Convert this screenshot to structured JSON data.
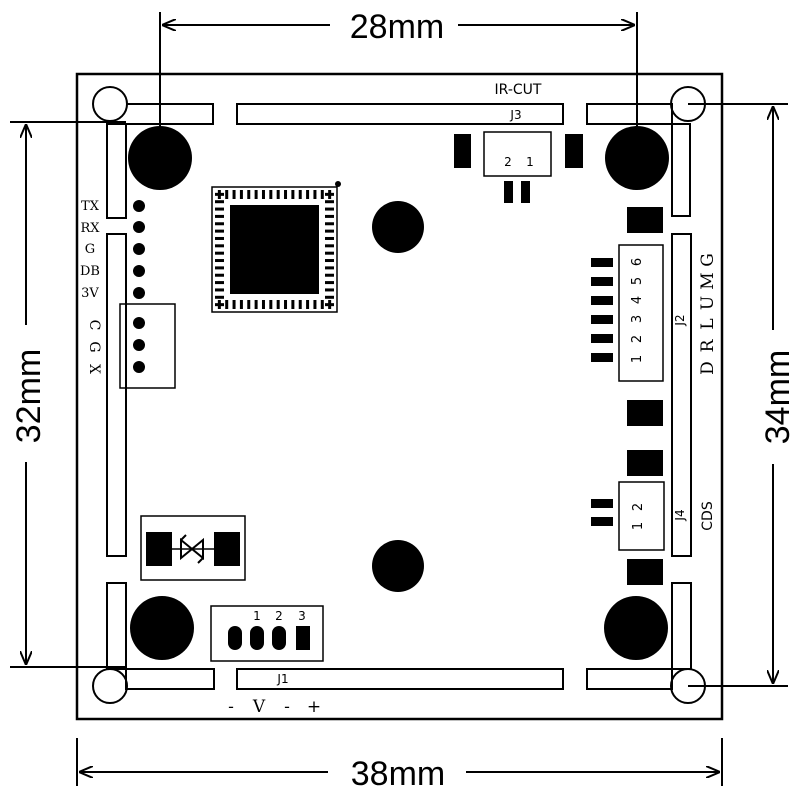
{
  "dimensions": {
    "top": "28mm",
    "bottom": "38mm",
    "left": "32mm",
    "right": "34mm"
  },
  "connectors": {
    "ir_cut": "IR-CUT",
    "j3": "J3",
    "j3_pins": [
      "2",
      "1"
    ],
    "j2": "J2",
    "j2_pins": [
      "1",
      "2",
      "3",
      "4",
      "5",
      "6"
    ],
    "j2_side": [
      "D",
      "R",
      "L",
      "U",
      "M",
      "G"
    ],
    "j4": "J4",
    "j4_pins": [
      "1",
      "2"
    ],
    "cds": "CDS",
    "j1": "J1",
    "j1_pins": [
      "1",
      "2",
      "3"
    ],
    "power": [
      "-",
      "V",
      "-",
      "+"
    ]
  },
  "pin_labels": {
    "left_upper": [
      "TX",
      "RX",
      "G",
      "DB",
      "3V"
    ],
    "left_lower": [
      "C",
      "G",
      "X"
    ]
  },
  "colors": {
    "ink": "#000000",
    "board": "#ffffff"
  }
}
